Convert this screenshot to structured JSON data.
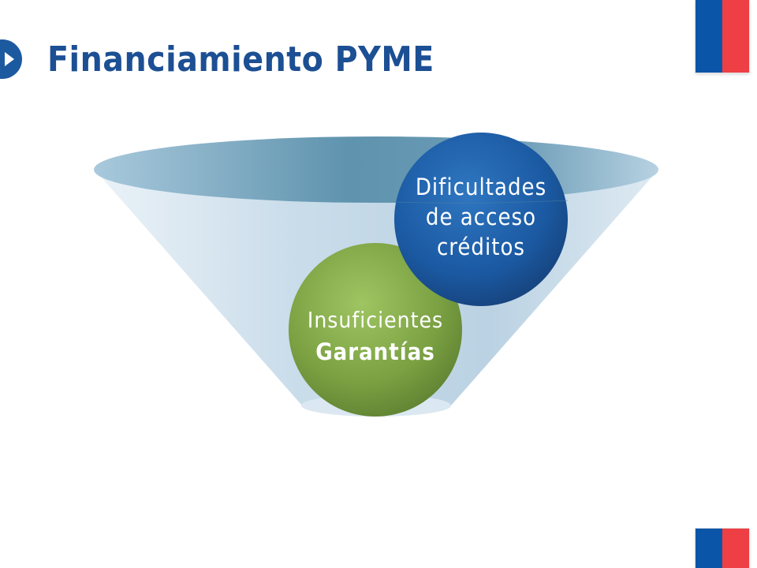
{
  "header": {
    "title": "Financiamiento PYME"
  },
  "diagram": {
    "circles": [
      {
        "id": "blue",
        "lines": [
          "Dificultades",
          "de acceso",
          "créditos"
        ],
        "color": "#1d5ea8"
      },
      {
        "id": "green",
        "lines": [
          "Insuficientes",
          "Garantías"
        ],
        "color": "#7aa042"
      }
    ]
  },
  "colors": {
    "title": "#1c4f93",
    "flag_blue": "#0b55a8",
    "flag_red": "#ee3f45",
    "funnel": "#a9c7dc"
  },
  "icons": [
    "play-icon",
    "chile-flag-icon"
  ]
}
